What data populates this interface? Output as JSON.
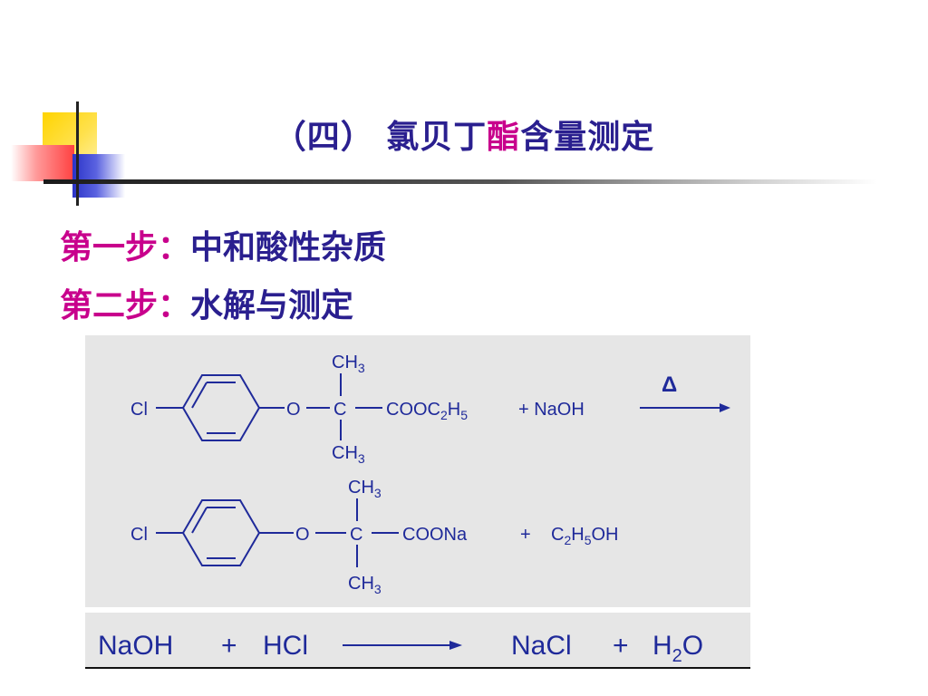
{
  "slide": {
    "title": {
      "prefix": "（四）",
      "name_part1": "氯贝丁",
      "name_highlight": "酯",
      "name_part2": "含量测定"
    },
    "steps": [
      {
        "key": "第一步：",
        "text": "中和酸性杂质"
      },
      {
        "key": "第二步：",
        "text": "水解与测定"
      }
    ]
  },
  "reaction1": {
    "cl": "Cl",
    "o": "O",
    "c": "C",
    "ch": "CH",
    "ch_sub": "3",
    "ester_a": "COOC",
    "ester_sub1": "2",
    "ester_b": "H",
    "ester_sub2": "5",
    "plus_naoh": "+ NaOH",
    "heat": "Δ"
  },
  "reaction2": {
    "cl": "Cl",
    "o": "O",
    "c": "C",
    "ch": "CH",
    "ch_sub": "3",
    "salt": "COONa",
    "plus": "+",
    "ethanol_a": "C",
    "ethanol_sub1": "2",
    "ethanol_b": "H",
    "ethanol_sub2": "5",
    "ethanol_c": "OH"
  },
  "reaction3": {
    "naoh": "NaOH",
    "plus1": "+",
    "hcl": "HCl",
    "nacl": "NaCl",
    "plus2": "+",
    "water_a": "H",
    "water_sub": "2",
    "water_b": "O"
  },
  "colors": {
    "title": "#2a1f8f",
    "highlight": "#c8008c",
    "structure": "#1f2a9a",
    "panel": "#e6e6e6"
  }
}
